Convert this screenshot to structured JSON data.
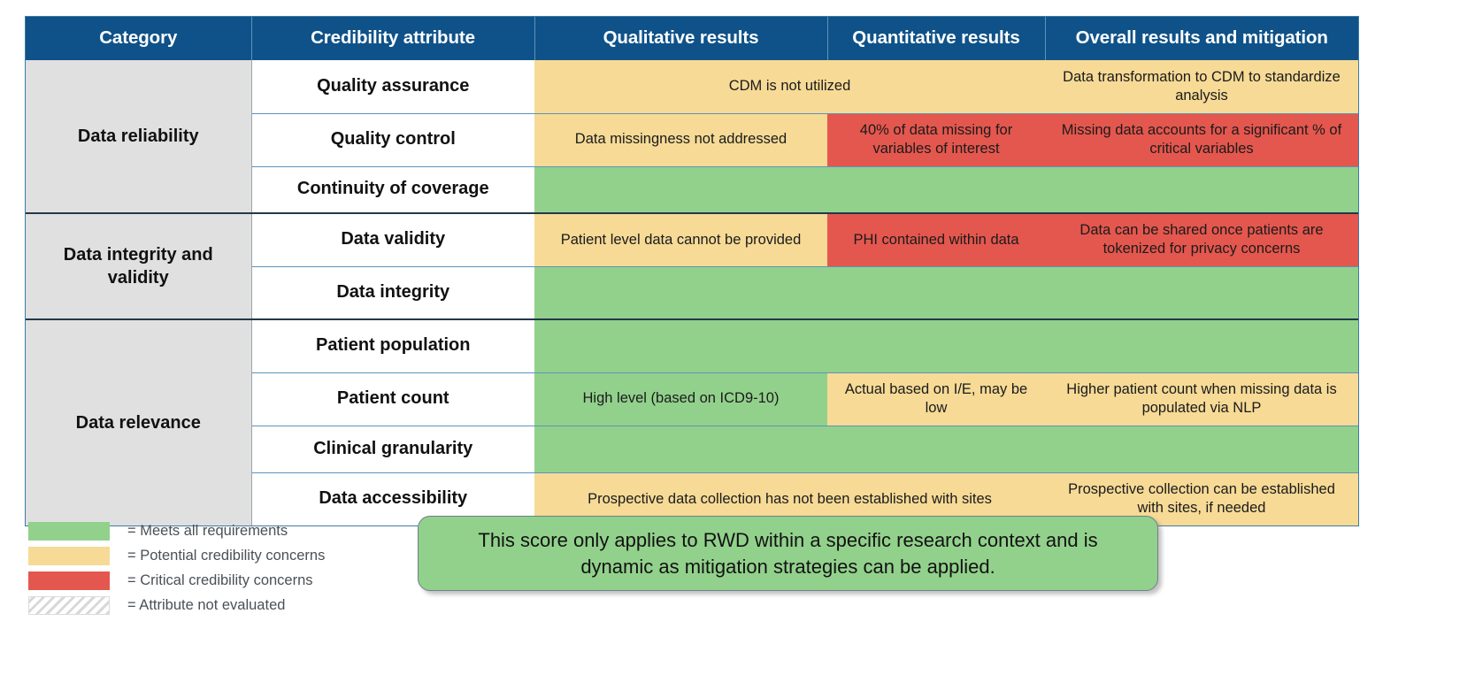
{
  "table": {
    "columns": [
      "Category",
      "Credibility attribute",
      "Qualitative results",
      "Quantitative results",
      "Overall results and mitigation"
    ],
    "groups": [
      {
        "category": "Data reliability",
        "rows": [
          {
            "attribute": "Quality assurance",
            "qualitative": "CDM is not utilized",
            "qualitative_status": "amber",
            "quantitative": "",
            "quantitative_status": "amber",
            "overall": "Data transformation to CDM to standardize analysis",
            "overall_status": "amber"
          },
          {
            "attribute": "Quality control",
            "qualitative": "Data missingness not addressed",
            "qualitative_status": "amber",
            "quantitative": "40% of data missing for variables of interest",
            "quantitative_status": "red",
            "overall": "Missing data accounts for a significant % of critical variables",
            "overall_status": "red"
          },
          {
            "attribute": "Continuity of coverage",
            "qualitative": "",
            "qualitative_status": "green",
            "quantitative": "",
            "quantitative_status": "green",
            "overall": "",
            "overall_status": "green"
          }
        ]
      },
      {
        "category": "Data integrity and validity",
        "rows": [
          {
            "attribute": "Data validity",
            "qualitative": "Patient level data cannot be provided",
            "qualitative_status": "amber",
            "quantitative": "PHI contained within data",
            "quantitative_status": "red",
            "overall": "Data can be shared once patients are tokenized for privacy concerns",
            "overall_status": "red"
          },
          {
            "attribute": "Data integrity",
            "qualitative": "",
            "qualitative_status": "green",
            "quantitative": "",
            "quantitative_status": "green",
            "overall": "",
            "overall_status": "green"
          }
        ]
      },
      {
        "category": "Data relevance",
        "rows": [
          {
            "attribute": "Patient population",
            "qualitative": "",
            "qualitative_status": "green",
            "quantitative": "",
            "quantitative_status": "green",
            "overall": "",
            "overall_status": "green"
          },
          {
            "attribute": "Patient count",
            "qualitative": "High level (based on ICD9-10)",
            "qualitative_status": "green",
            "quantitative": "Actual based on I/E, may be low",
            "quantitative_status": "amber",
            "overall": "Higher patient count when missing data is populated via NLP",
            "overall_status": "amber"
          },
          {
            "attribute": "Clinical granularity",
            "qualitative": "",
            "qualitative_status": "green",
            "quantitative": "",
            "quantitative_status": "green",
            "overall": "",
            "overall_status": "green"
          },
          {
            "attribute": "Data accessibility",
            "qualitative": "Prospective data collection has not been established with sites",
            "qualitative_status": "amber",
            "quantitative": "",
            "quantitative_status": "amber",
            "overall": "Prospective collection can be established with sites, if needed",
            "overall_status": "amber"
          }
        ]
      }
    ]
  },
  "legend": {
    "items": [
      {
        "swatch": "green",
        "label": "= Meets all requirements"
      },
      {
        "swatch": "amber",
        "label": "= Potential credibility concerns"
      },
      {
        "swatch": "red",
        "label": "= Critical credibility concerns"
      },
      {
        "swatch": "hatch",
        "label": "= Attribute not evaluated"
      }
    ]
  },
  "callout": {
    "text": "This score only applies to RWD within a specific research context and is dynamic as mitigation strategies can be applied."
  },
  "colors": {
    "header_blue": "#0f5289",
    "green": "#92d18c",
    "amber": "#f6da96",
    "red": "#e4574e",
    "category_grey": "#e0e0e0",
    "grid_blue": "#5c93bb"
  }
}
